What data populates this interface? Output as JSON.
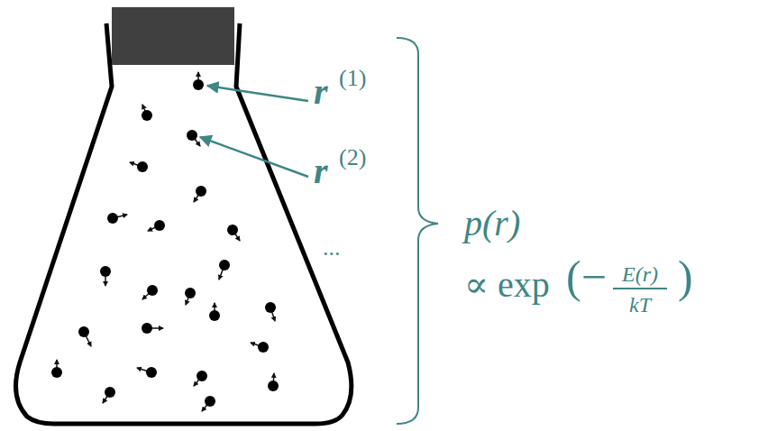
{
  "diagram": {
    "labels": [
      "r",
      "(1)",
      "r",
      "(2)",
      "...",
      "p(r)",
      "∝ exp",
      "(−",
      "E(r)",
      "kT",
      ")"
    ]
  }
}
